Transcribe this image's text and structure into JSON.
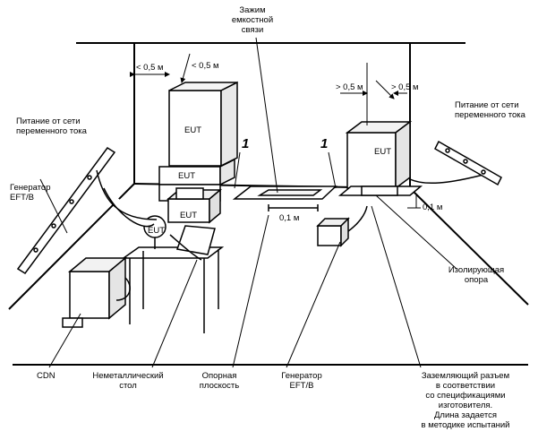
{
  "labels": {
    "clamp": [
      "Зажим",
      "емкостной",
      "связи"
    ],
    "dist_left_a": "< 0,5 м",
    "dist_left_b": "< 0,5 м",
    "dist_right_a": "> 0,5 м",
    "dist_right_b": "> 0,5 м",
    "power_left": [
      "Питание от сети",
      "переменного тока"
    ],
    "power_right": [
      "Питание от сети",
      "переменного тока"
    ],
    "generator_left": [
      "Генератор",
      "EFT/B"
    ],
    "generator_bottom": [
      "Генератор",
      "EFT/B"
    ],
    "eut": "EUT",
    "marker_1": "1",
    "gap_center": "0,1 м",
    "gap_right": "0,1 м",
    "insulating_support": [
      "Изолирующая",
      "опора"
    ],
    "cdn": "CDN",
    "table": [
      "Неметаллический",
      "стол"
    ],
    "ground_plane": [
      "Опорная",
      "плоскость"
    ],
    "ground_connector": [
      "Заземляющий разъем",
      "в соответствии",
      "со спецификациями",
      "изготовителя.",
      "Длина задается",
      "в методике испытаний"
    ]
  }
}
